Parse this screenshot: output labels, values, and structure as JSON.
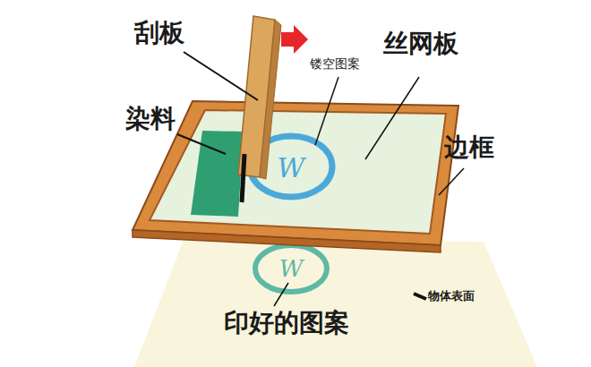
{
  "diagram": {
    "labels": [
      "刮板",
      "镂空图案",
      "丝网板",
      "染料",
      "边框",
      "W",
      "W",
      "物体表面",
      "印好的图案"
    ]
  }
}
